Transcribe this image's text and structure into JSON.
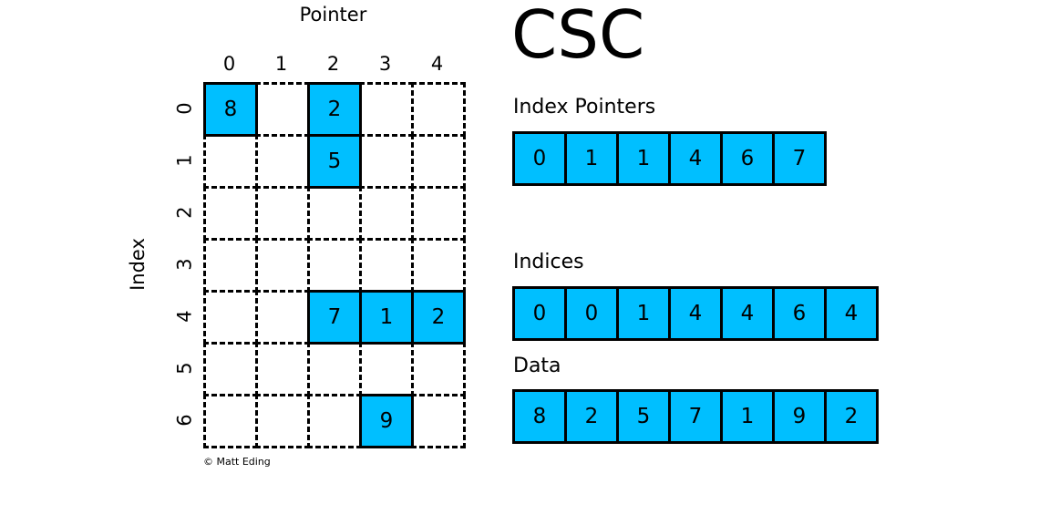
{
  "title": "CSC",
  "copyright": "© Matt Eding",
  "colors": {
    "fill": "#00BFFF",
    "line": "#000000"
  },
  "matrix": {
    "col_axis_label": "Pointer",
    "row_axis_label": "Index",
    "col_headers": [
      "0",
      "1",
      "2",
      "3",
      "4"
    ],
    "row_headers": [
      "0",
      "1",
      "2",
      "3",
      "4",
      "5",
      "6"
    ],
    "rows": 7,
    "cols": 5,
    "filled_cells": [
      {
        "row": 0,
        "col": 0,
        "value": "8"
      },
      {
        "row": 0,
        "col": 2,
        "value": "2"
      },
      {
        "row": 1,
        "col": 2,
        "value": "5"
      },
      {
        "row": 4,
        "col": 2,
        "value": "7"
      },
      {
        "row": 4,
        "col": 3,
        "value": "1"
      },
      {
        "row": 4,
        "col": 4,
        "value": "2"
      },
      {
        "row": 6,
        "col": 3,
        "value": "9"
      }
    ]
  },
  "arrays": [
    {
      "label": "Index Pointers",
      "values": [
        "0",
        "1",
        "1",
        "4",
        "6",
        "7"
      ]
    },
    {
      "label": "Indices",
      "values": [
        "0",
        "0",
        "1",
        "4",
        "4",
        "6",
        "4"
      ]
    },
    {
      "label": "Data",
      "values": [
        "8",
        "2",
        "5",
        "7",
        "1",
        "9",
        "2"
      ]
    }
  ]
}
